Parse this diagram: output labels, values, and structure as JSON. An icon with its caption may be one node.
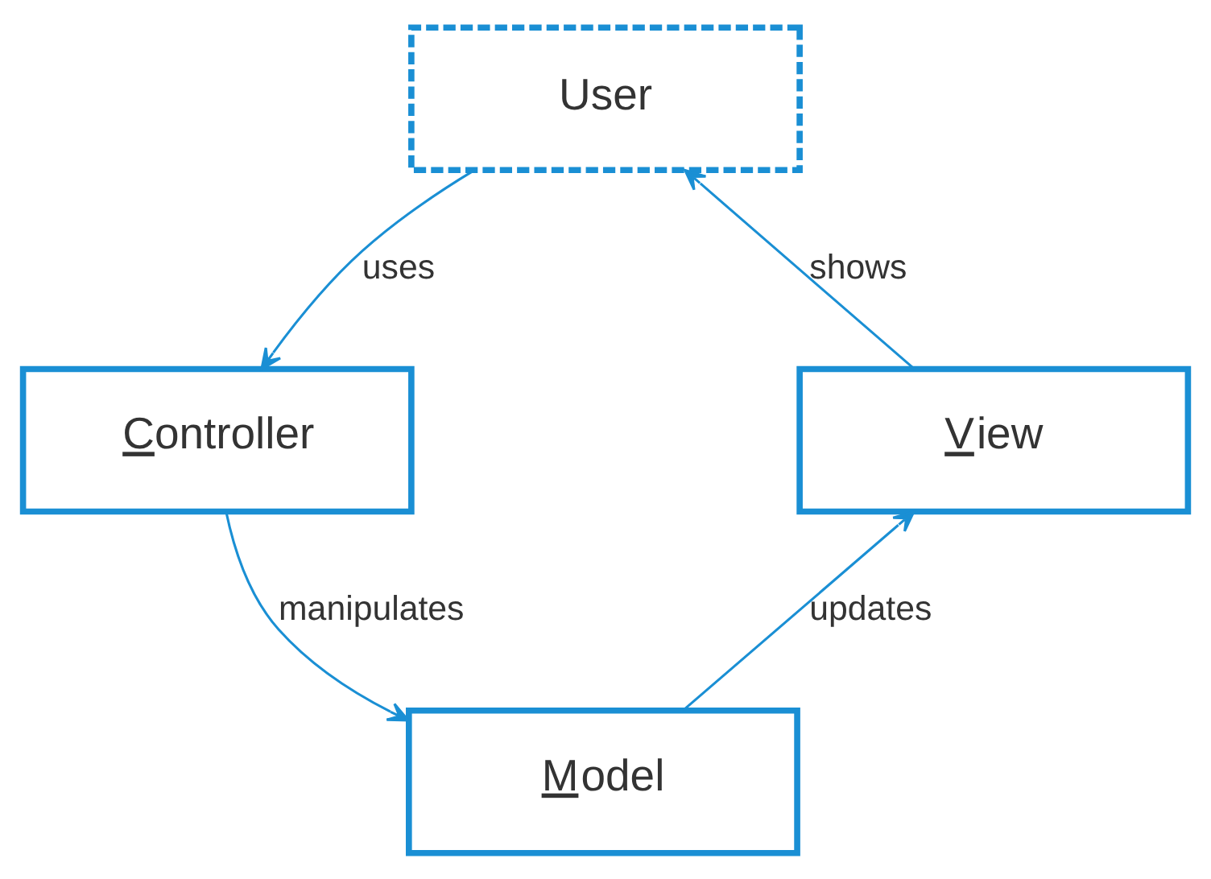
{
  "diagram": {
    "nodes": [
      {
        "text": [
          "User"
        ]
      },
      {
        "text": [
          "Controller"
        ]
      },
      {
        "text": [
          "View"
        ]
      },
      {
        "text": [
          "Model"
        ]
      }
    ],
    "edges": [
      {
        "from": 0,
        "to": 1,
        "arrow": "to",
        "label": "uses"
      },
      {
        "from": 1,
        "to": 3,
        "arrow": "to",
        "label": "manipulates"
      },
      {
        "from": 3,
        "to": 2,
        "arrow": "to",
        "label": "updates"
      },
      {
        "from": 2,
        "to": 0,
        "arrow": "to",
        "label": "shows"
      }
    ]
  }
}
